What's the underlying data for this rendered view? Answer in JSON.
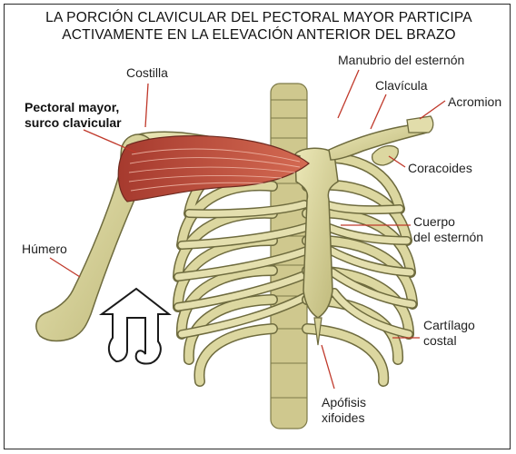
{
  "title": {
    "line1": "LA PORCIÓN CLAVICULAR DEL PECTORAL MAYOR PARTICIPA",
    "line2": "ACTIVAMENTE EN LA ELEVACIÓN ANTERIOR DEL BRAZO"
  },
  "labels": {
    "costilla": "Costilla",
    "manubrio": "Manubrio del esternón",
    "clavicula": "Clavícula",
    "acromion": "Acromion",
    "pectoral_1": "Pectoral mayor,",
    "pectoral_2": "surco clavicular",
    "coracoides": "Coracoides",
    "cuerpo_1": "Cuerpo",
    "cuerpo_2": "del esternón",
    "humero": "Húmero",
    "cartilago_1": "Cartílago",
    "cartilago_2": "costal",
    "apofisis_1": "Apófisis",
    "apofisis_2": "xifoides"
  },
  "colors": {
    "bone": "#d8d39a",
    "bone_dark": "#8c8a55",
    "muscle": "#b8483a",
    "leader": "#c0392b"
  },
  "icons": [
    "rotation-arrow-icon"
  ]
}
